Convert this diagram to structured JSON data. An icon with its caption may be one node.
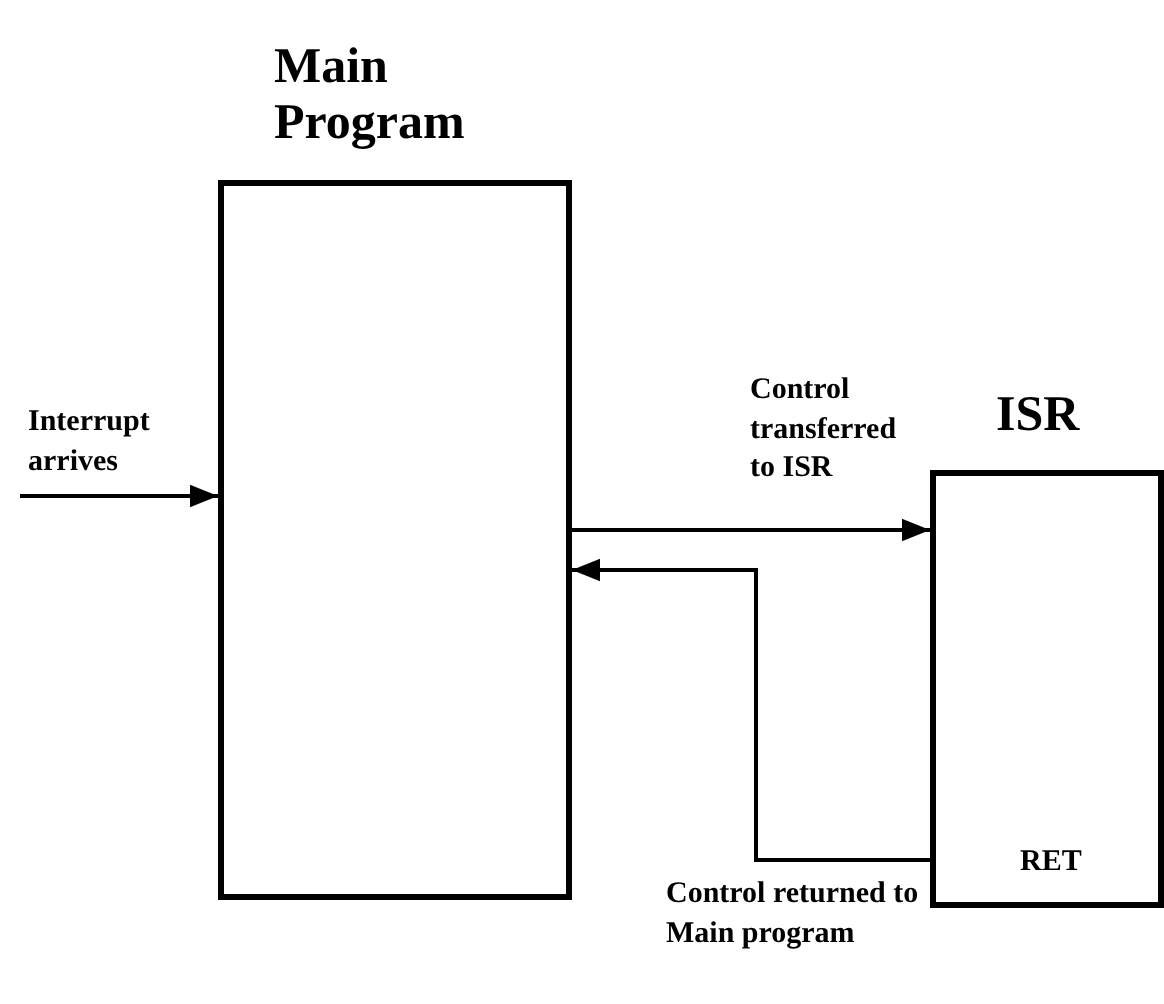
{
  "diagram": {
    "nodes": [
      {
        "text": [
          "Main Program"
        ]
      },
      {
        "text": [
          "ISR",
          "RET"
        ]
      }
    ],
    "edges": [
      {
        "from": null,
        "to": 0,
        "arrow": "to",
        "label": "Interrupt arrives"
      },
      {
        "from": 0,
        "to": 1,
        "arrow": "to",
        "label": "Control transferred to ISR"
      },
      {
        "from": 1,
        "to": 0,
        "arrow": "to",
        "label": "Control returned to Main program"
      }
    ]
  }
}
